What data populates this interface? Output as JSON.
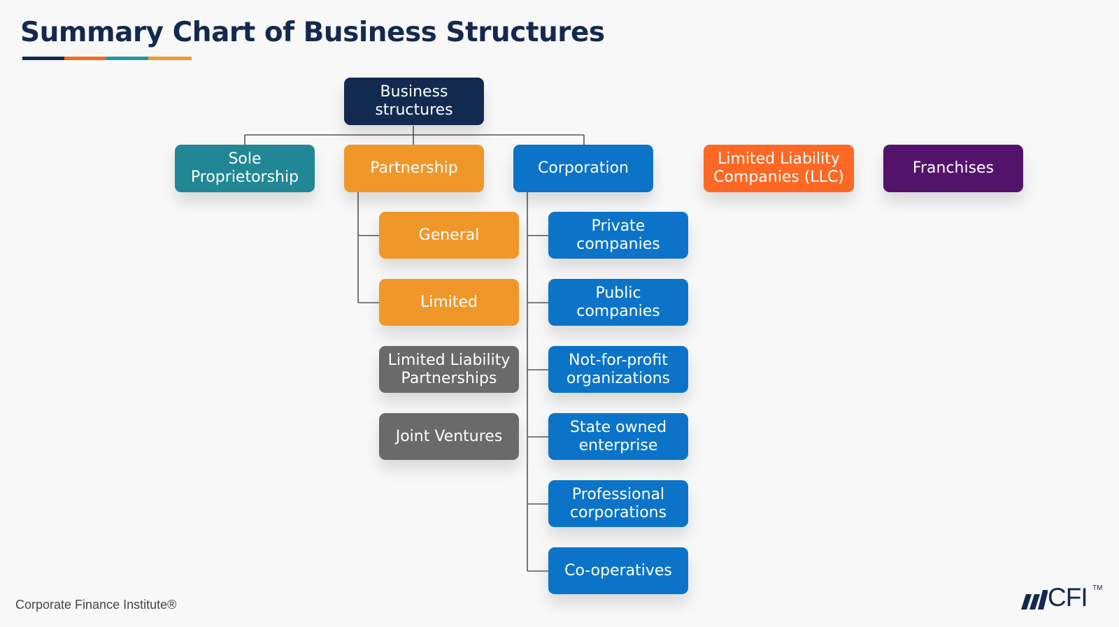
{
  "title": "Summary Chart of Business Structures",
  "accent_colors": [
    "#14294f",
    "#f26b21",
    "#2196a6",
    "#f09a2a"
  ],
  "nodes": {
    "root": "Business structures",
    "sole": "Sole Proprietorship",
    "partnership": "Partnership",
    "corporation": "Corporation",
    "llc": "Limited Liability Companies (LLC)",
    "franchises": "Franchises",
    "general": "General",
    "limited": "Limited",
    "llp": "Limited Liability Partnerships",
    "joint": "Joint Ventures",
    "private": "Private companies",
    "public": "Public companies",
    "nfp": "Not-for-profit organizations",
    "soe": "State owned enterprise",
    "professional": "Professional corporations",
    "coop": "Co-operatives"
  },
  "colors": {
    "navy": "#132a50",
    "teal": "#218795",
    "orange": "#f0972a",
    "blue": "#0b74c8",
    "llc_orange": "#fd6824",
    "purple": "#54136b",
    "gray": "#6a6a6a",
    "line": "#555555"
  },
  "footer": "Corporate Finance Institute®",
  "logo": {
    "text": "CFI",
    "tm": "TM",
    "icon": "cfi-slashes-icon"
  }
}
